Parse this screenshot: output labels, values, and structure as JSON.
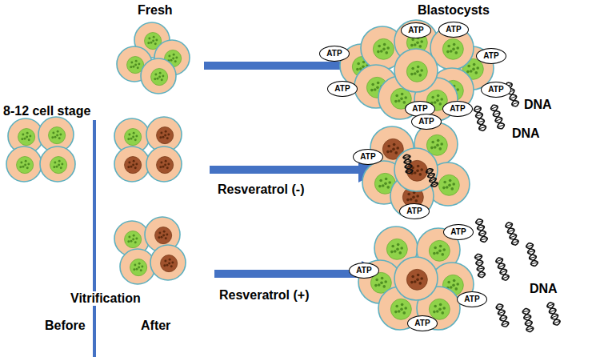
{
  "diagram": {
    "nodes": [
      {
        "text": [
          "ATP"
        ]
      },
      {
        "text": [
          "ATP"
        ]
      },
      {
        "text": [
          "ATP"
        ]
      },
      {
        "text": [
          "ATP"
        ]
      },
      {
        "text": [
          "ATP"
        ]
      },
      {
        "text": [
          "ATP"
        ]
      },
      {
        "text": [
          "ATP"
        ]
      },
      {
        "text": [
          "ATP"
        ]
      },
      {
        "text": [
          "ATP"
        ]
      },
      {
        "text": [
          "ATP"
        ]
      },
      {
        "text": [
          "ATP"
        ]
      },
      {
        "text": [
          "ATP"
        ]
      },
      {
        "text": [
          "ATP"
        ]
      },
      {
        "text": [
          "ATP"
        ]
      },
      {
        "text": [
          "ATP"
        ]
      }
    ],
    "labels": [
      "Fresh",
      "Blastocysts",
      "8-12 cell stage",
      "Resveratrol (-)",
      "Resveratrol (+)",
      "Vitrification",
      "Before",
      "After",
      "DNA",
      "DNA",
      "DNA"
    ]
  }
}
